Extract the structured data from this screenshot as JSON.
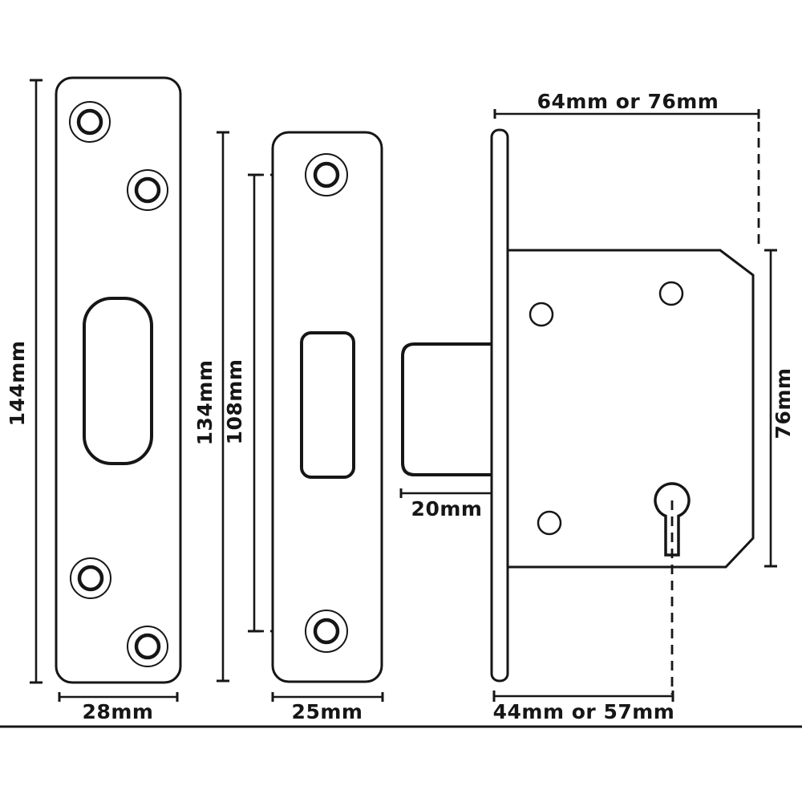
{
  "diagram": {
    "type": "technical-drawing",
    "subject": "mortice deadlock dimensions",
    "colors": {
      "line": "#161616",
      "background": "#ffffff"
    },
    "views": {
      "strike_plate": {
        "height": "144mm",
        "width": "28mm"
      },
      "faceplate": {
        "height": "134mm",
        "hole_spacing": "108mm",
        "width": "25mm"
      },
      "lock_body": {
        "case_depth": "64mm or 76mm",
        "case_height": "76mm",
        "backset": "44mm or 57mm",
        "bolt_throw": "20mm"
      }
    }
  }
}
